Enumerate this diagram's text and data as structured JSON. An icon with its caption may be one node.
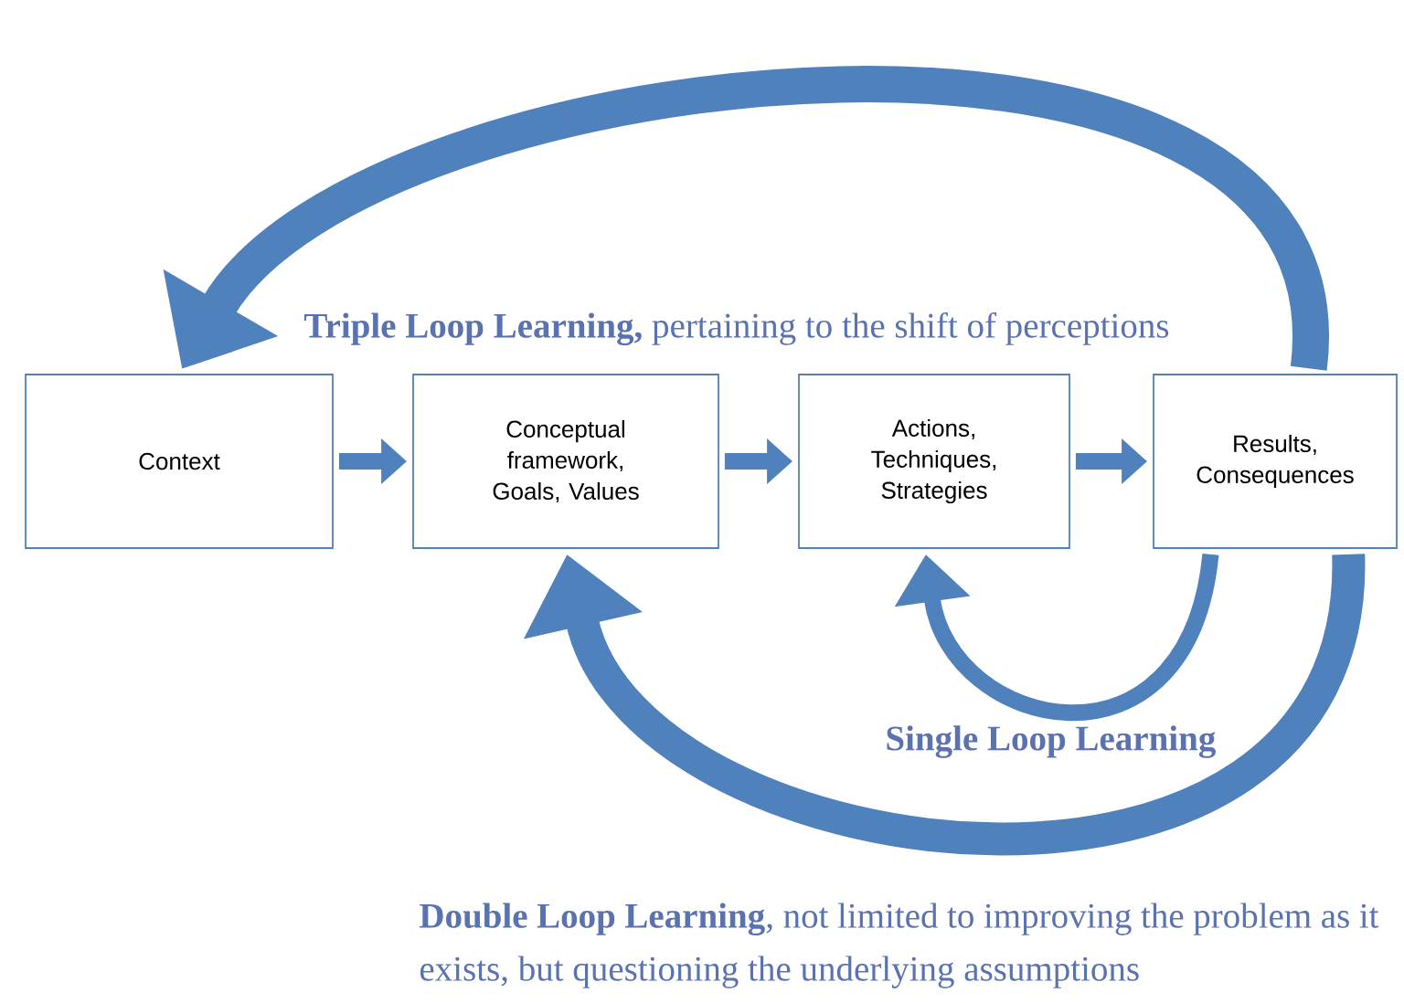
{
  "diagram": {
    "nodes": [
      {
        "text": [
          "Context"
        ]
      },
      {
        "text": [
          "Conceptual framework, Goals, Values"
        ]
      },
      {
        "text": [
          "Actions, Techniques, Strategies"
        ]
      },
      {
        "text": [
          "Results, Consequences"
        ]
      }
    ],
    "edges": [
      {
        "from": 0,
        "to": 1,
        "arrow": "to"
      },
      {
        "from": 1,
        "to": 2,
        "arrow": "to"
      },
      {
        "from": 2,
        "to": 3,
        "arrow": "to"
      },
      {
        "from": 3,
        "to": 0,
        "arrow": "to",
        "style": "thick",
        "label": "**Triple Loop Learning,** pertaining to the shift of perceptions"
      },
      {
        "from": 3,
        "to": 1,
        "arrow": "to",
        "style": "thick",
        "label": "**Double Loop Learning**, not limited to improving the problem as it exists, but questioning the underlying assumptions"
      },
      {
        "from": 3,
        "to": 2,
        "arrow": "to",
        "label": "**Single Loop Learning**"
      }
    ]
  }
}
